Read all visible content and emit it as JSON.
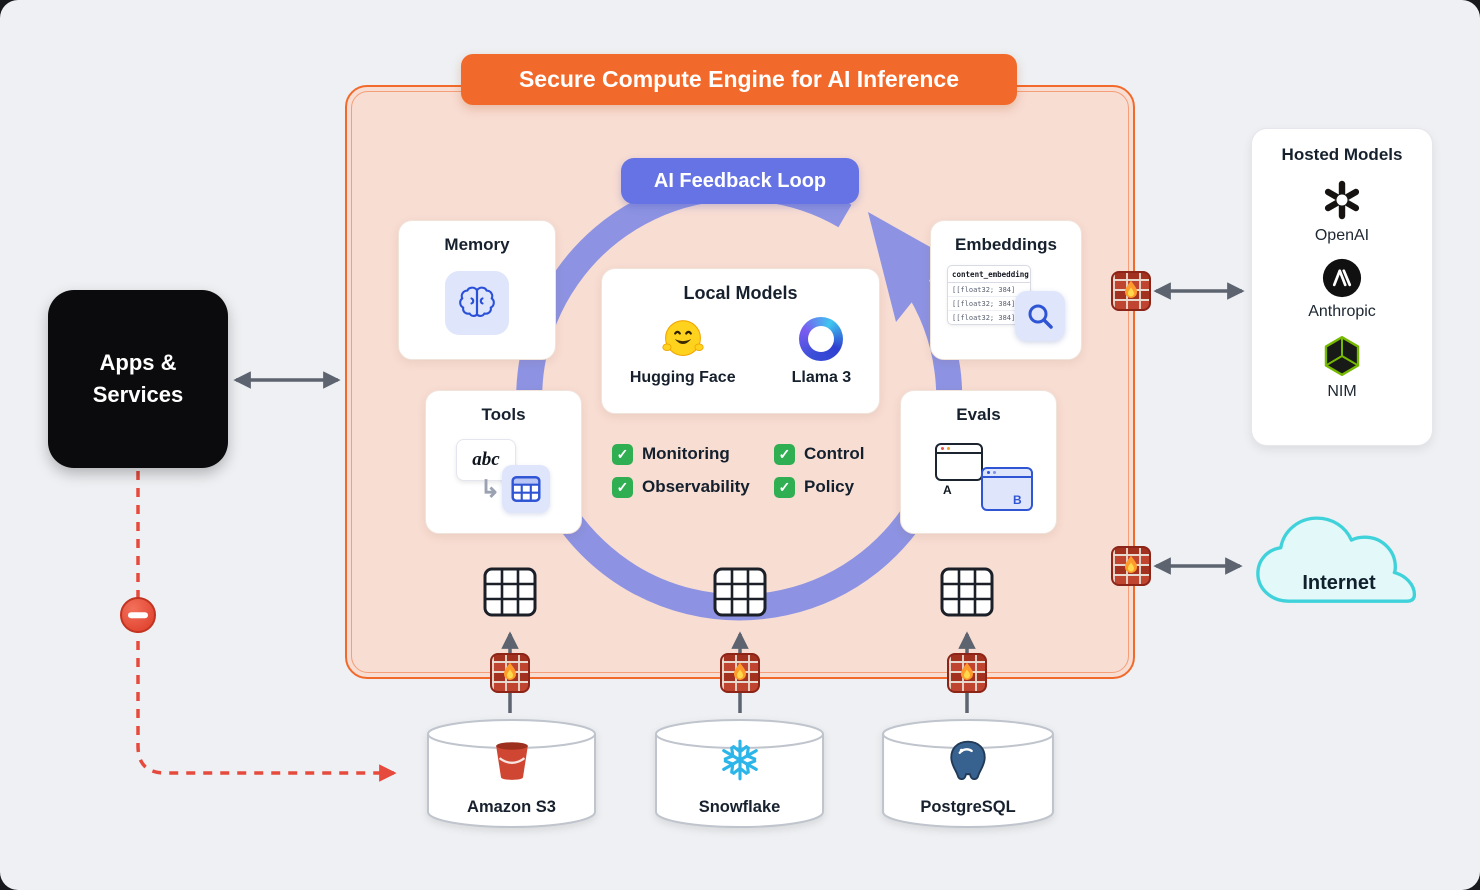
{
  "banner": {
    "title": "Secure Compute Engine for AI Inference"
  },
  "engine": {
    "feedback_label": "AI Feedback Loop",
    "cards": {
      "memory": {
        "title": "Memory"
      },
      "embeddings": {
        "title": "Embeddings",
        "table": {
          "header": "content_embedding",
          "rows": [
            "[[float32; 384]",
            "[[float32; 384]",
            "[[float32; 384]"
          ]
        }
      },
      "local_models": {
        "title": "Local Models",
        "items": [
          {
            "label": "Hugging Face"
          },
          {
            "label": "Llama 3"
          }
        ]
      },
      "tools": {
        "title": "Tools",
        "sample_text": "abc"
      },
      "evals": {
        "title": "Evals",
        "window_a": "A",
        "window_b": "B"
      }
    },
    "checklist": [
      "Monitoring",
      "Observability",
      "Control",
      "Policy"
    ]
  },
  "apps_services": {
    "label": "Apps & Services"
  },
  "hosted_models": {
    "title": "Hosted Models",
    "items": [
      {
        "label": "OpenAI"
      },
      {
        "label": "Anthropic"
      },
      {
        "label": "NIM"
      }
    ]
  },
  "internet": {
    "label": "Internet"
  },
  "databases": [
    {
      "label": "Amazon S3"
    },
    {
      "label": "Snowflake"
    },
    {
      "label": "PostgreSQL"
    }
  ],
  "icons": {
    "check_glyph": "✓",
    "curve_arrow_glyph": "↳"
  },
  "colors": {
    "accent_orange": "#f26a2b",
    "engine_fill": "#f8ddd3",
    "loop_purple": "#8d93e2",
    "pill_blue": "#6673e4",
    "cloud_teal": "#3fd2da",
    "blocked_red": "#e64a3c",
    "check_green": "#2fae52"
  }
}
